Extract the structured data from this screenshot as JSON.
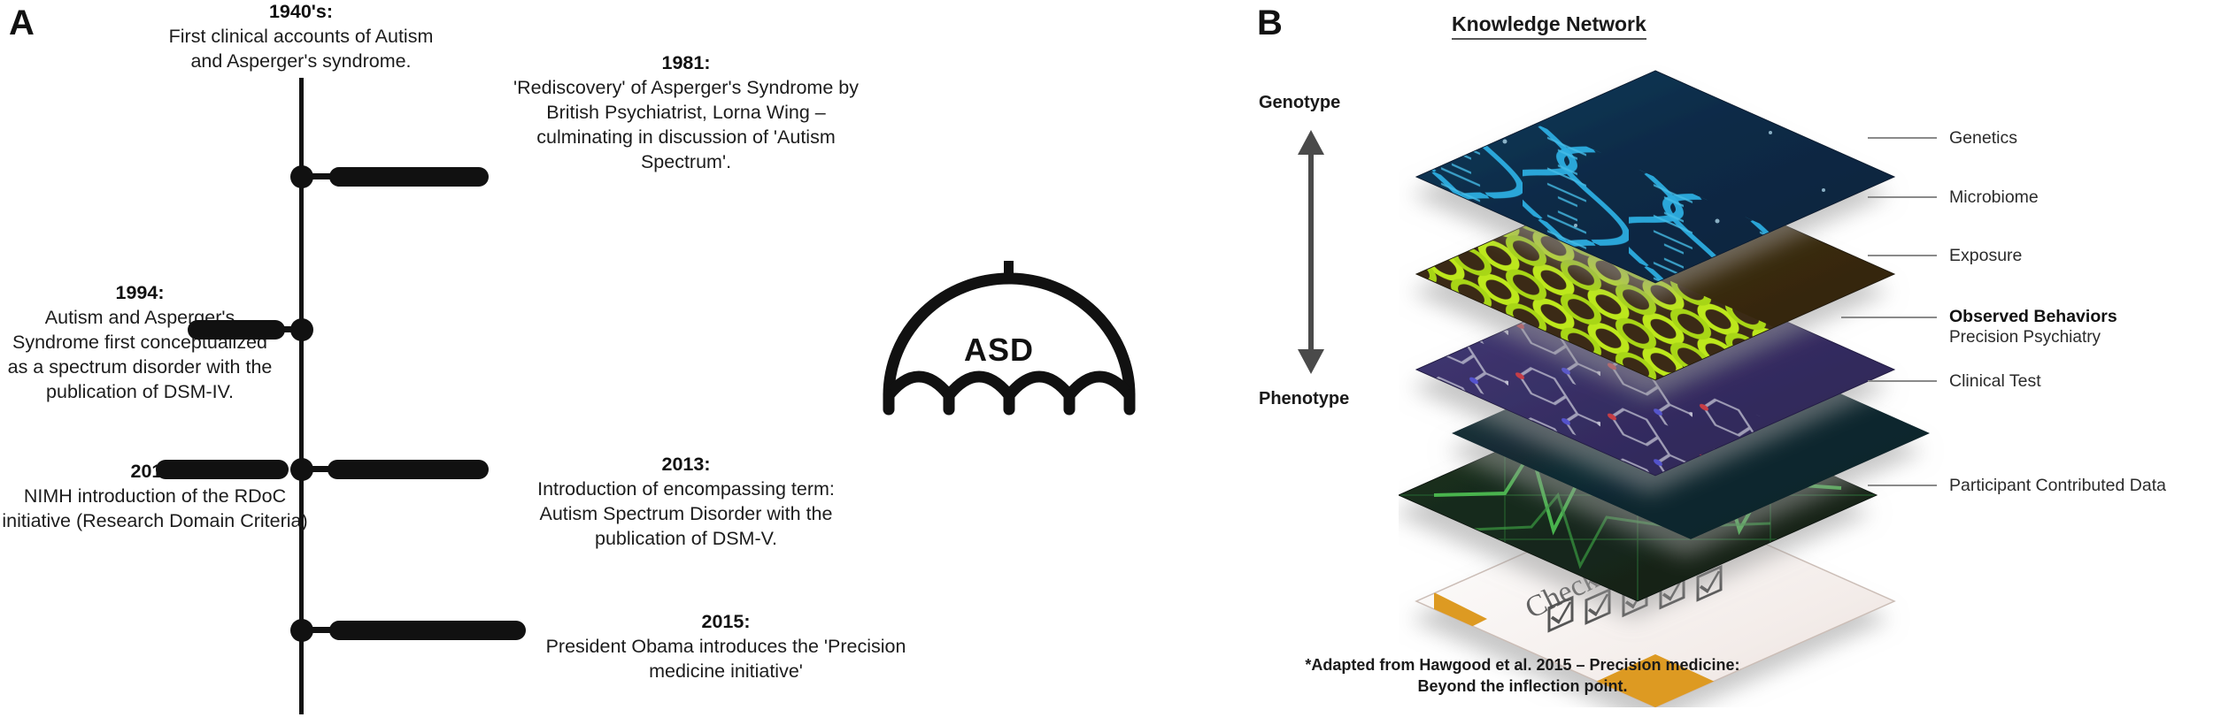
{
  "panels": {
    "a": {
      "letter": "A"
    },
    "b": {
      "letter": "B"
    }
  },
  "timeline": {
    "events": [
      {
        "id": "1940s",
        "year": "1940's:",
        "body": "First clinical accounts of Autism and Asperger's syndrome.",
        "side": "above"
      },
      {
        "id": "1981",
        "year": "1981:",
        "body": "'Rediscovery' of Asperger's Syndrome by British Psychiatrist, Lorna Wing – culminating in discussion of 'Autism Spectrum'.",
        "side": "right"
      },
      {
        "id": "1994",
        "year": "1994:",
        "body": "Autism and Asperger's Syndrome first conceptualized as a spectrum disorder with the publication of DSM-IV.",
        "side": "left"
      },
      {
        "id": "2013-rdoc",
        "year": "2013:",
        "body": "NIMH introduction of the RDoC initiative (Research Domain Criteria)",
        "side": "left"
      },
      {
        "id": "2013-dsmv",
        "year": "2013:",
        "body": "Introduction of encompassing term: Autism Spectrum Disorder with the publication of DSM-V.",
        "side": "right"
      },
      {
        "id": "2015",
        "year": "2015:",
        "body": "President Obama introduces the 'Precision medicine initiative'",
        "side": "right"
      }
    ],
    "umbrella": {
      "label": "ASD",
      "icon": "umbrella-icon"
    }
  },
  "knowledge_network": {
    "title": "Knowledge Network",
    "axis": {
      "top": "Genotype",
      "bottom": "Phenotype",
      "icon": "double-arrow-vertical-icon"
    },
    "layers": [
      {
        "id": "genetics",
        "label": "Genetics",
        "bold": false,
        "sublabel": "",
        "color": "#0d2d4a",
        "accent": "#2ba6de"
      },
      {
        "id": "microbiome",
        "label": "Microbiome",
        "bold": false,
        "sublabel": "",
        "color": "#3b2a12",
        "accent": "#b6e016"
      },
      {
        "id": "exposure",
        "label": "Exposure",
        "bold": false,
        "sublabel": "",
        "color": "#39306b",
        "accent": "#cfcfdd"
      },
      {
        "id": "observed-behaviors",
        "label": "Observed Behaviors",
        "bold": true,
        "sublabel": "Precision Psychiatry",
        "color": "#112a31",
        "accent": "#ffffff"
      },
      {
        "id": "clinical-test",
        "label": "Clinical Test",
        "bold": false,
        "sublabel": "",
        "color": "#16251a",
        "accent": "#3ea34a"
      },
      {
        "id": "participant-contributed-data",
        "label": "Participant Contributed Data",
        "bold": false,
        "sublabel": "",
        "color": "#f3ece8",
        "accent": "#dd9a22"
      }
    ],
    "footnote": "*Adapted from Hawgood et al. 2015 – Precision medicine: Beyond the inflection point."
  },
  "colors": {
    "ink": "#111111",
    "text": "#1c1c1c",
    "leader": "#8a8a8a",
    "arrow": "#4a4a4a"
  }
}
